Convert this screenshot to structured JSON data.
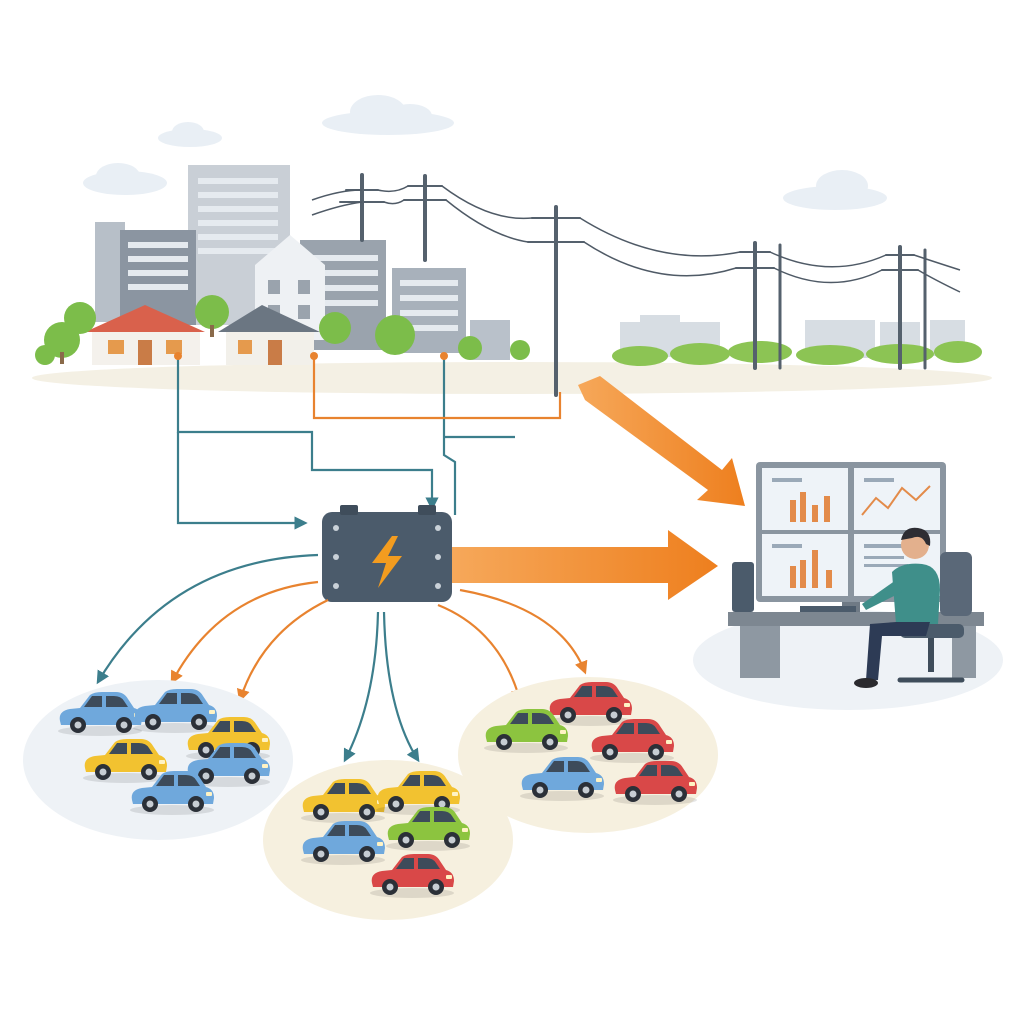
{
  "colors": {
    "background": "#ffffff",
    "teal_line": "#3c7e8c",
    "orange_line": "#e8832f",
    "orange_arrow": "#f08b2c",
    "hub_body": "#4b5b6b",
    "hub_bolt": "#f39c1f",
    "grass": "#7cbd4a",
    "building_grey": "#9aa3ad",
    "building_light": "#c9cfd6",
    "roof_red": "#d9614c",
    "pole": "#55616d",
    "wire": "#4f5a66",
    "car_blue": "#6fa8dc",
    "car_yellow": "#f2c230",
    "car_green": "#8cc43f",
    "car_red": "#d94848",
    "cluster_fill": "#f6f0df",
    "monitor_screen": "#eef3f8",
    "desk": "#7d8791",
    "person_shirt": "#3f8f8a",
    "person_pants": "#2d3b55"
  },
  "icons": {
    "hub": "lightning-bolt-icon",
    "operator": "computer-operator-icon",
    "vehicles": "car-icon"
  },
  "nodes": [
    {
      "id": "city",
      "icon": "city-skyline-icon"
    },
    {
      "id": "power_grid",
      "icon": "power-line-icon"
    },
    {
      "id": "aggregator_hub",
      "icon": "lightning-bolt-icon"
    },
    {
      "id": "control_center",
      "icon": "computer-operator-icon"
    },
    {
      "id": "fleet_left",
      "icon": "car-icon",
      "car_colors": [
        "blue",
        "blue",
        "yellow",
        "yellow",
        "blue",
        "blue"
      ]
    },
    {
      "id": "fleet_middle",
      "icon": "car-icon",
      "car_colors": [
        "yellow",
        "yellow",
        "blue",
        "green",
        "red"
      ]
    },
    {
      "id": "fleet_right",
      "icon": "car-icon",
      "car_colors": [
        "red",
        "green",
        "red",
        "blue",
        "red"
      ]
    }
  ],
  "edges": [
    {
      "from": "city",
      "to": "aggregator_hub",
      "style": "teal"
    },
    {
      "from": "city",
      "to": "aggregator_hub",
      "style": "orange"
    },
    {
      "from": "power_grid",
      "to": "control_center",
      "style": "big-arrow"
    },
    {
      "from": "aggregator_hub",
      "to": "control_center",
      "style": "big-arrow"
    },
    {
      "from": "aggregator_hub",
      "to": "fleet_left",
      "style": "teal"
    },
    {
      "from": "aggregator_hub",
      "to": "fleet_left",
      "style": "orange"
    },
    {
      "from": "aggregator_hub",
      "to": "fleet_middle",
      "style": "teal"
    },
    {
      "from": "aggregator_hub",
      "to": "fleet_right",
      "style": "orange"
    }
  ]
}
